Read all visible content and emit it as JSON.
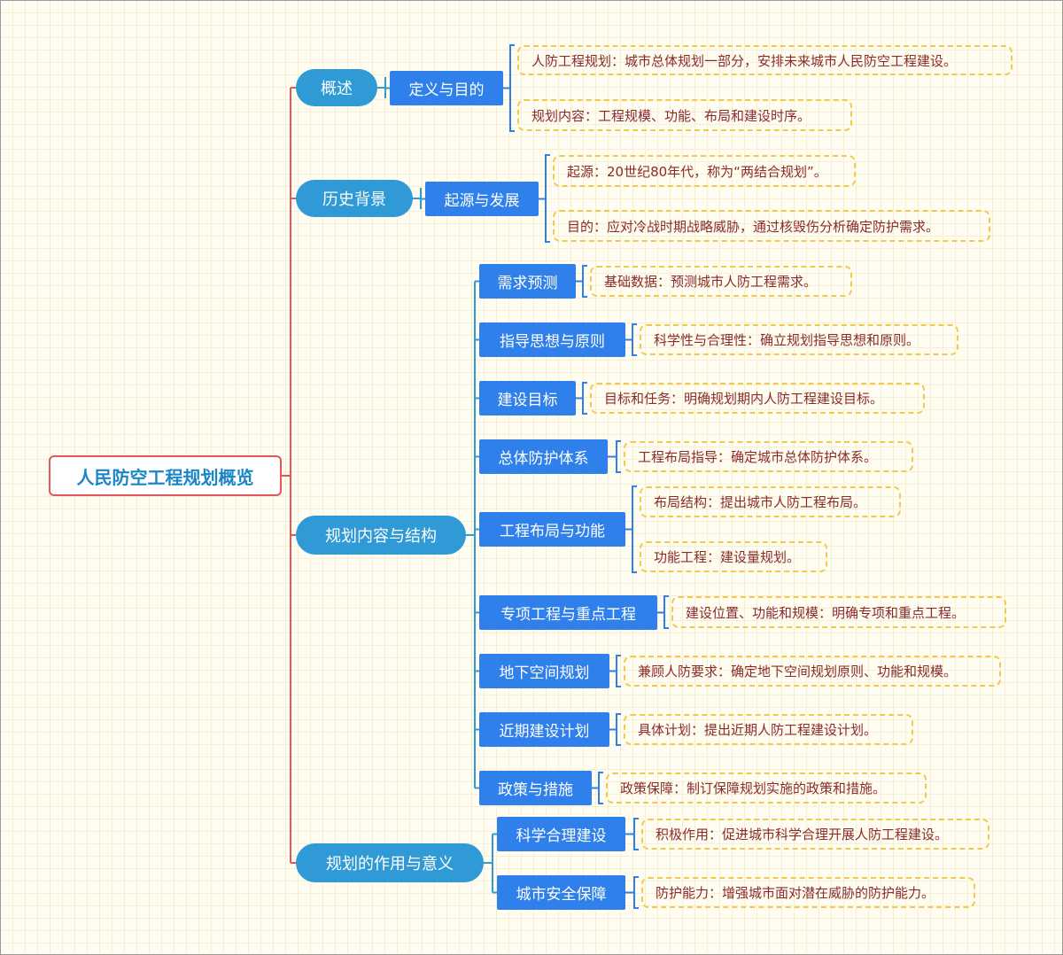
{
  "colors": {
    "root_border": "#e0585a",
    "root_text": "#1a86c8",
    "level1": "#2f9ad6",
    "level2": "#2f80ea",
    "level3_border": "#f2c94c",
    "level3_text": "#8b2a2a",
    "background": "#fffdf2"
  },
  "root": "人民防空工程规划概览",
  "branches": [
    {
      "label": "概述",
      "children": [
        {
          "label": "定义与目的",
          "notes": [
            "人防工程规划：城市总体规划一部分，安排未来城市人民防空工程建设。",
            "规划内容：工程规模、功能、布局和建设时序。"
          ]
        }
      ]
    },
    {
      "label": "历史背景",
      "children": [
        {
          "label": "起源与发展",
          "notes": [
            "起源：20世纪80年代，称为“两结合规划”。",
            "目的：应对冷战时期战略威胁，通过核毁伤分析确定防护需求。"
          ]
        }
      ]
    },
    {
      "label": "规划内容与结构",
      "children": [
        {
          "label": "需求预测",
          "notes": [
            "基础数据：预测城市人防工程需求。"
          ]
        },
        {
          "label": "指导思想与原则",
          "notes": [
            "科学性与合理性：确立规划指导思想和原则。"
          ]
        },
        {
          "label": "建设目标",
          "notes": [
            "目标和任务：明确规划期内人防工程建设目标。"
          ]
        },
        {
          "label": "总体防护体系",
          "notes": [
            "工程布局指导：确定城市总体防护体系。"
          ]
        },
        {
          "label": "工程布局与功能",
          "notes": [
            "布局结构：提出城市人防工程布局。",
            "功能工程：建设量规划。"
          ]
        },
        {
          "label": "专项工程与重点工程",
          "notes": [
            "建设位置、功能和规模：明确专项和重点工程。"
          ]
        },
        {
          "label": "地下空间规划",
          "notes": [
            "兼顾人防要求：确定地下空间规划原则、功能和规模。"
          ]
        },
        {
          "label": "近期建设计划",
          "notes": [
            "具体计划：提出近期人防工程建设计划。"
          ]
        },
        {
          "label": "政策与措施",
          "notes": [
            "政策保障：制订保障规划实施的政策和措施。"
          ]
        }
      ]
    },
    {
      "label": "规划的作用与意义",
      "children": [
        {
          "label": "科学合理建设",
          "notes": [
            "积极作用：促进城市科学合理开展人防工程建设。"
          ]
        },
        {
          "label": "城市安全保障",
          "notes": [
            "防护能力：增强城市面对潜在威胁的防护能力。"
          ]
        }
      ]
    }
  ]
}
